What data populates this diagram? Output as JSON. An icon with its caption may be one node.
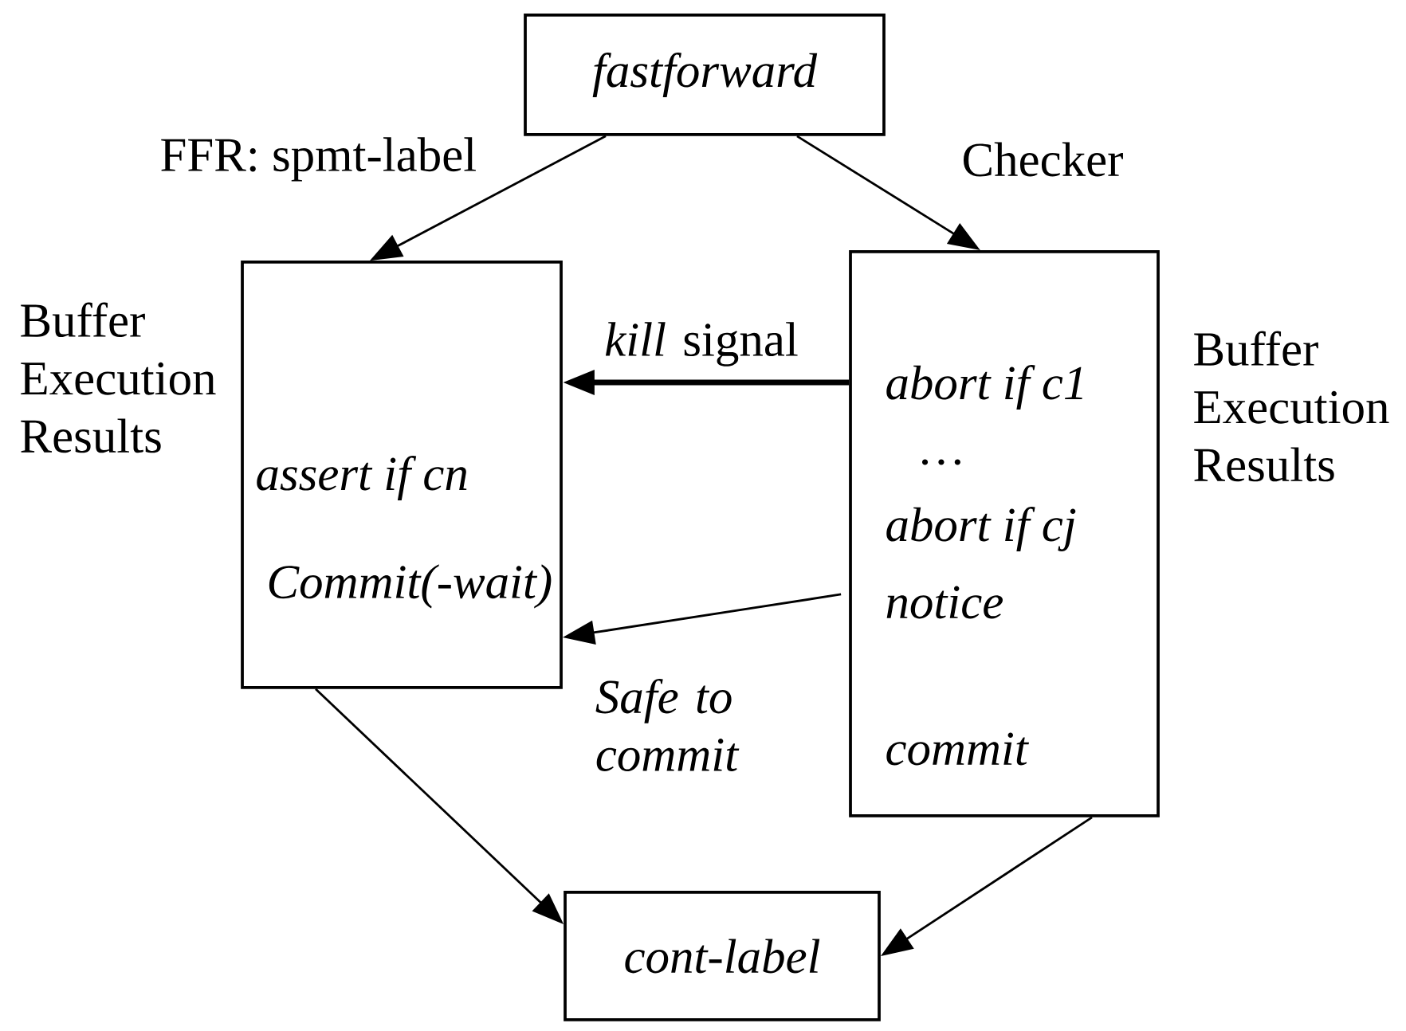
{
  "diagram": {
    "nodes": [
      {
        "text": [
          "fastforward"
        ]
      },
      {
        "text": [
          "FFR: spmt-label",
          "assert if cn",
          "Commit(-wait)"
        ],
        "beside": [
          "Buffer Execution Results"
        ]
      },
      {
        "text": [
          "Checker",
          "abort if c1",
          "…",
          "abort if cj",
          "notice",
          "commit"
        ],
        "beside": [
          "Buffer Execution Results"
        ]
      },
      {
        "text": [
          "cont-label"
        ]
      }
    ],
    "edges": [
      {
        "from": 0,
        "to": 1,
        "arrow": "to"
      },
      {
        "from": 0,
        "to": 2,
        "arrow": "to"
      },
      {
        "from": 2,
        "to": 1,
        "arrow": "to",
        "label": "*kill* signal",
        "style": "thick"
      },
      {
        "from": 2,
        "to": 1,
        "arrow": "to",
        "label": "Safe to commit"
      },
      {
        "from": 1,
        "to": 3,
        "arrow": "to"
      },
      {
        "from": 2,
        "to": 3,
        "arrow": "to"
      }
    ]
  }
}
